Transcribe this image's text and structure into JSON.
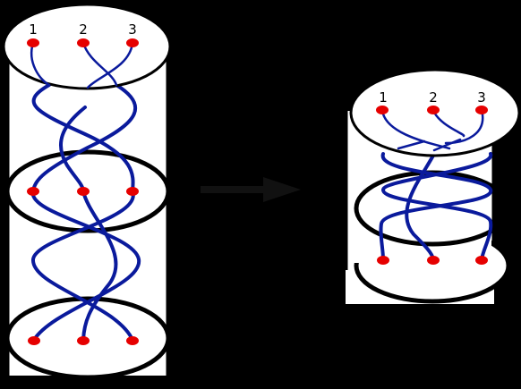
{
  "colors": {
    "background": "#000000",
    "cylinder_fill": "#ffffff",
    "outline": "#000000",
    "strand": "#0a1a9c",
    "point": "#e60000"
  },
  "left_labels": [
    "1",
    "2",
    "3"
  ],
  "right_labels": [
    "1",
    "2",
    "3"
  ],
  "arrow_icon": "right-arrow-icon"
}
